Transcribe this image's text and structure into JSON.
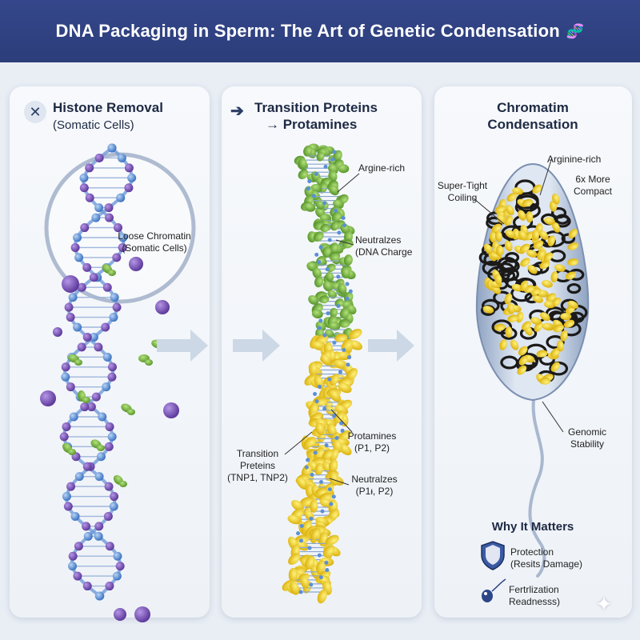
{
  "title": "DNA Packaging in Sperm: The Art of Genetic Condensation",
  "title_icon": "dna-icon",
  "colors": {
    "header": "#2f4180",
    "histone_purple": "#7b52b8",
    "dna_blue": "#5b8fd6",
    "transition_green": "#6aad3a",
    "protamine_yellow": "#f1d21c",
    "arrow": "#cdd8e6"
  },
  "panel1": {
    "title_line1": "Histone Removal",
    "title_line2": "(Somatic Cells)",
    "icon": "wrench-screwdriver-icon",
    "loose_label_line1": "Loose Chromatin",
    "loose_label_line2": "(Somatic Cells)"
  },
  "panel2": {
    "title_line1": "Transition Proteins",
    "title_line2": "→ Protamines",
    "icon": "arrow-right-icon",
    "arginine": "Argine-rich",
    "neutralizes_line1": "Neutralzes",
    "neutralizes_line2": "(DNA Charge",
    "protamines_line1": "Protamines",
    "protamines_line2": "(P1, P2)",
    "transition_line1": "Transition",
    "transition_line2": "Preteins",
    "transition_line3": "(TNP1, TNP2)",
    "neutralizes2_line1": "Neutralzes",
    "neutralizes2_line2": "(P1ᵻ, P2)"
  },
  "panel3": {
    "title_line1": "Chromatim",
    "title_line2": "Condensation",
    "arginine": "Arginine-rich",
    "compact_line1": "6x More",
    "compact_line2": "Compact",
    "coiling_line1": "Super-Tight",
    "coiling_line2": "Coiling",
    "genomic_line1": "Genomic",
    "genomic_line2": "Stability",
    "why_title": "Why It Matters",
    "protection_line1": "Protection",
    "protection_line2": "(Resits Damage)",
    "fertilization_line1": "Fertrlization",
    "fertilization_line2": "Readnesss)",
    "shield_icon": "shield-icon",
    "sperm_icon": "sperm-icon"
  }
}
